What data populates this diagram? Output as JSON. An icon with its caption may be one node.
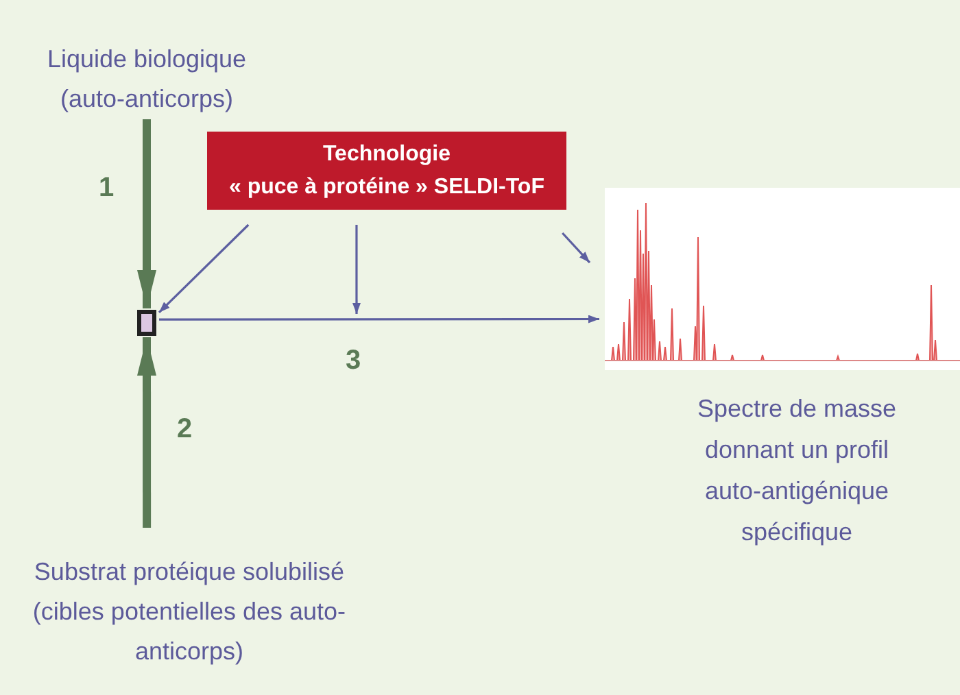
{
  "diagram": {
    "nodes": [
      {
        "text": [
          "Liquide biologique (auto-anticorps)"
        ]
      },
      {
        "text": [
          "Technologie",
          "« puce à protéine » SELDI-ToF"
        ]
      },
      {
        "text": [],
        "shape": "box"
      },
      {
        "text": [],
        "shape": "picture",
        "beside": [
          "Spectre de masse donnant un profil auto-antigénique spécifique"
        ]
      },
      {
        "text": [
          "Substrat protéique solubilisé (cibles potentielles des auto-anticorps)"
        ]
      }
    ],
    "edges": [
      {
        "from": 0,
        "to": 2,
        "arrow": "to",
        "label": "1",
        "style": "thick",
        "color": "#5a7a55"
      },
      {
        "from": 4,
        "to": 2,
        "arrow": "to",
        "label": "2",
        "style": "thick",
        "color": "#5a7a55"
      },
      {
        "from": 1,
        "to": 2,
        "arrow": "to"
      },
      {
        "from": 1,
        "to": null,
        "arrow": "to"
      },
      {
        "from": 1,
        "to": 3,
        "arrow": "to"
      },
      {
        "from": 2,
        "to": 3,
        "arrow": "to",
        "label": "3"
      }
    ]
  }
}
